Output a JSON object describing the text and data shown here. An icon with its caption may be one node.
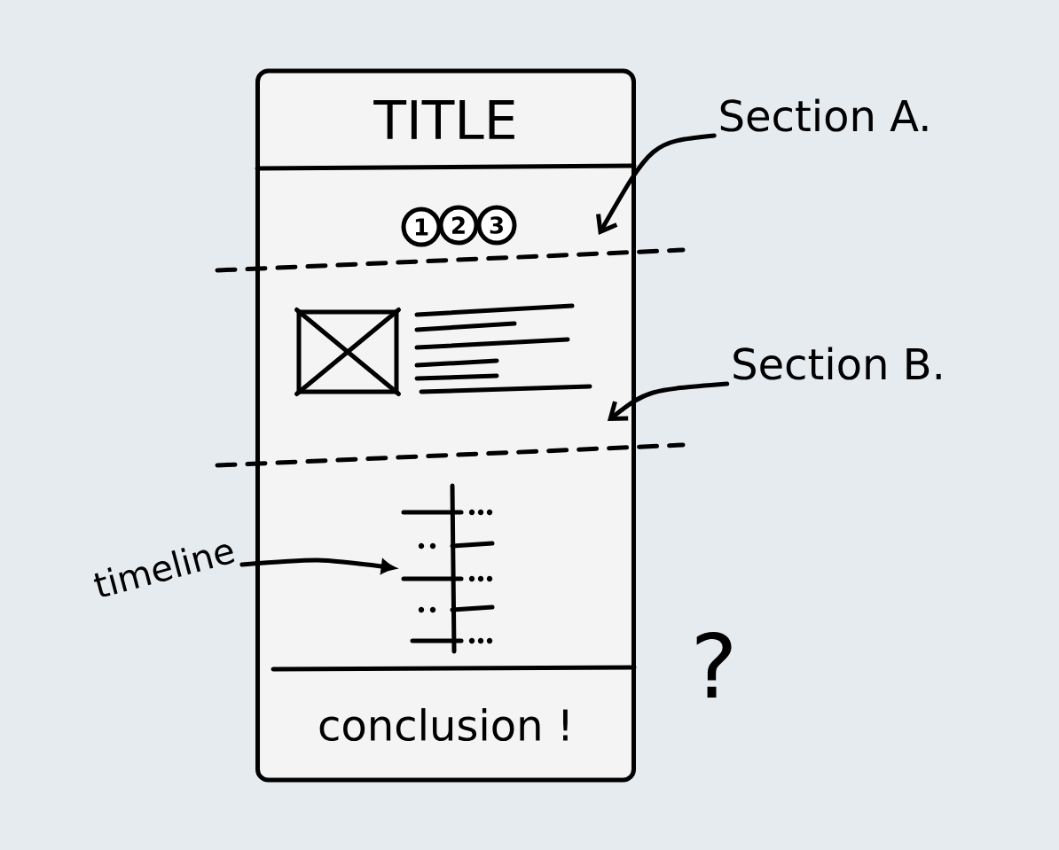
{
  "diagram": {
    "nodes": [
      {
        "text": [],
        "shape": "box"
      },
      {
        "text": [
          "TITLE"
        ],
        "in": 0
      },
      {
        "text": [],
        "shape": "box",
        "in": 0
      },
      {
        "text": [
          "1"
        ],
        "in": 0
      },
      {
        "text": [
          "2"
        ],
        "in": 0
      },
      {
        "text": [
          "3"
        ],
        "in": 0
      },
      {
        "text": [],
        "shape": "box",
        "in": 0
      },
      {
        "text": [],
        "shape": "box",
        "in": 0
      },
      {
        "text": [],
        "shape": "box",
        "in": 0
      },
      {
        "text": [],
        "shape": "picture",
        "in": 0
      },
      {
        "text": [
          "conclusion !"
        ],
        "in": 0
      },
      {
        "text": [
          "Section A."
        ]
      },
      {
        "text": [
          "Section B."
        ]
      },
      {
        "text": [
          "timeline"
        ]
      }
    ],
    "edges": [
      {
        "from": 11,
        "to": 2,
        "arrow": "to"
      },
      {
        "from": 12,
        "to": 6,
        "arrow": "to"
      },
      {
        "from": 13,
        "to": 9,
        "arrow": "to"
      }
    ],
    "labels": [
      "?"
    ]
  }
}
